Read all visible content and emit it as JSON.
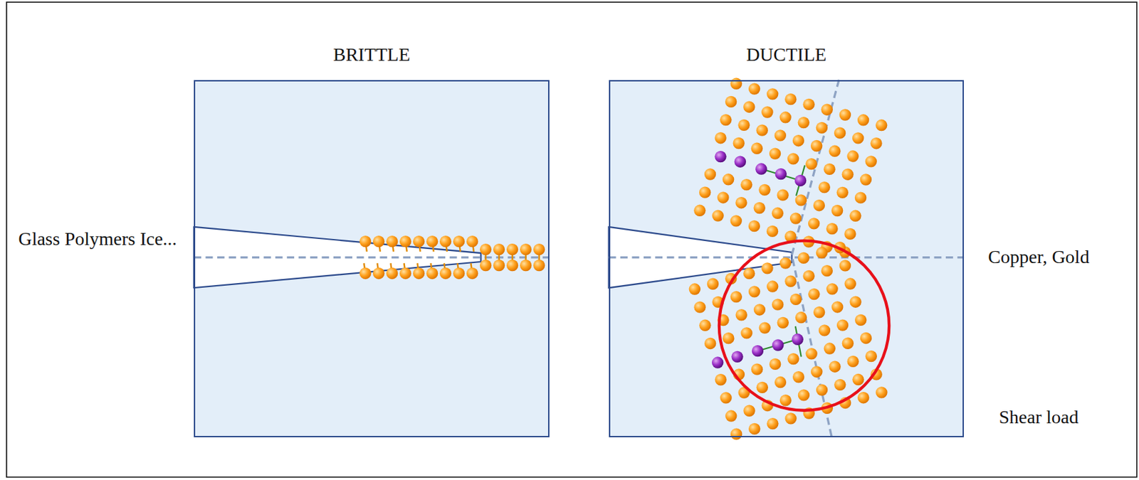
{
  "diagram": {
    "nodes": [
      {
        "text": [
          "BRITTLE"
        ]
      },
      {
        "text": [
          "DUCTILE"
        ]
      }
    ],
    "labels": [
      "Glass Polymers Ice...",
      "Copper, Gold",
      "Shear load"
    ]
  }
}
